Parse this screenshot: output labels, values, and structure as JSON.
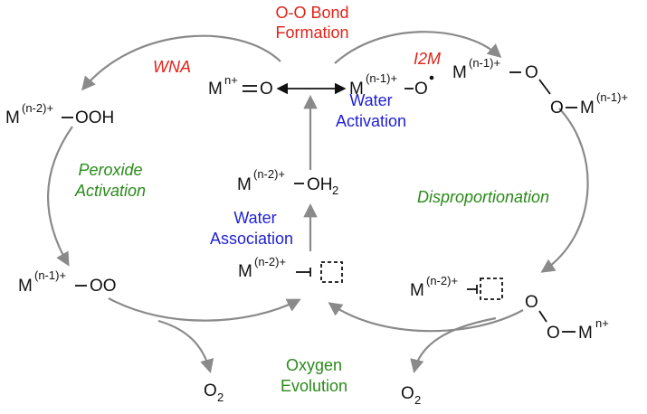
{
  "labels": {
    "oo_bond_formation_1": "O-O Bond",
    "oo_bond_formation_2": "Formation",
    "wna": "WNA",
    "i2m": "I2M",
    "peroxide_activation_1": "Peroxide",
    "peroxide_activation_2": "Activation",
    "disproportionation": "Disproportionation",
    "water_activation_1": "Water",
    "water_activation_2": "Activation",
    "water_association_1": "Water",
    "water_association_2": "Association",
    "oxygen_evolution_1": "Oxygen",
    "oxygen_evolution_2": "Evolution"
  },
  "species": {
    "m_oxo": {
      "metal": "M",
      "charge": "n+",
      "ligand": "O"
    },
    "m_oxyl": {
      "metal": "M",
      "charge": "(n-1)+",
      "ligand": "O"
    },
    "m_ooh": {
      "metal": "M",
      "charge": "(n-2)+",
      "ligand": "OOH"
    },
    "m_peroxo_left": {
      "metal": "M",
      "charge": "(n-1)+",
      "o1": "O",
      "o2": "O"
    },
    "m_peroxo_right": {
      "metal": "M",
      "charge": "(n-1)+"
    },
    "m_oh2": {
      "metal": "M",
      "charge": "(n-2)+",
      "ligand": "OH",
      "sub": "2"
    },
    "m_oo": {
      "metal": "M",
      "charge": "(n-1)+",
      "ligand": "OO"
    },
    "m_vacant_center": {
      "metal": "M",
      "charge": "(n-2)+"
    },
    "m_vacant_right": {
      "metal": "M",
      "charge": "(n-2)+"
    },
    "oom": {
      "o1": "O",
      "o2": "O",
      "metal": "M",
      "charge": "n+"
    },
    "o2_left": {
      "text": "O",
      "sub": "2"
    },
    "o2_right": {
      "text": "O",
      "sub": "2"
    }
  },
  "colors": {
    "red": "#e0231a",
    "blue": "#1f1fd6",
    "green": "#2a8a1a",
    "arrow_gray": "#8a8a8a",
    "black": "#111111"
  }
}
